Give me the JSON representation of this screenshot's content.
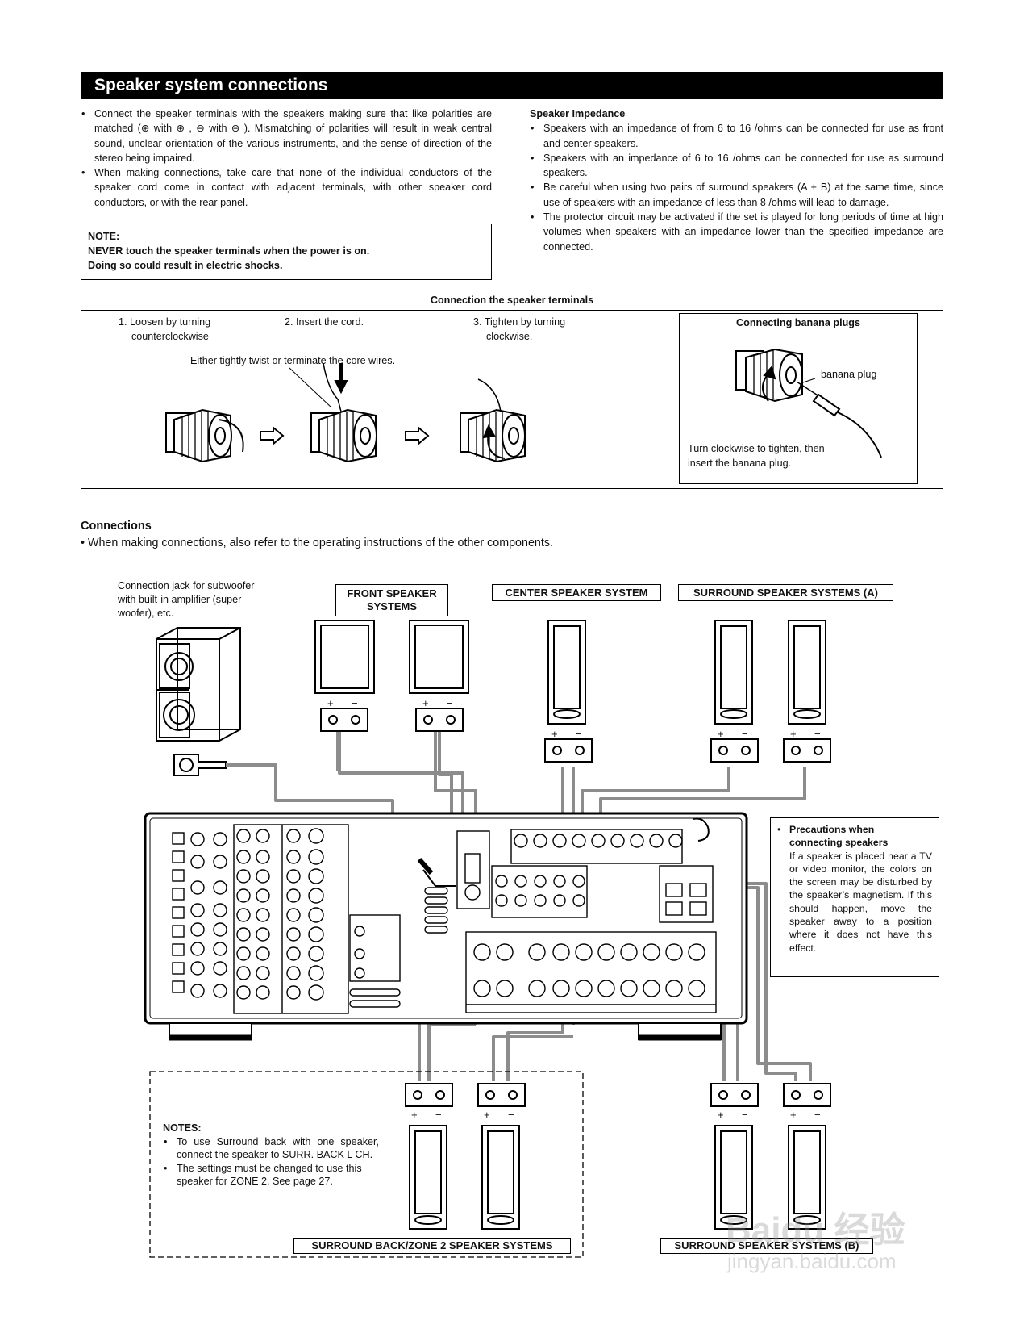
{
  "header": {
    "title": "Speaker system connections"
  },
  "intro": {
    "bullets": [
      "Connect the speaker terminals with the speakers making sure that like polarities are matched (⊕ with ⊕ , ⊖ with ⊖ ). Mismatching of polarities will result in weak central sound, unclear orientation of the various instruments, and the sense of direction of the stereo being impaired.",
      "When making connections, take care that none of the individual conductors of the speaker cord come in contact with adjacent  terminals, with other speaker cord conductors, or with the rear panel."
    ]
  },
  "note": {
    "title": "NOTE:",
    "line1": "NEVER touch the speaker terminals when the power is on.",
    "line2": "Doing so could result in electric shocks."
  },
  "impedance": {
    "title": "Speaker Impedance",
    "bullets": [
      "Speakers with an impedance of from 6 to 16    /ohms can be connected for use as front and center speakers.",
      "Speakers with an impedance of 6 to 16    /ohms can be connected for use as surround speakers.",
      "Be careful when using two pairs of surround speakers (A + B) at the same time, since use of speakers with an impedance of less than 8    /ohms will lead to damage.",
      "The protector circuit may be activated if the set is played for long periods of time at high volumes when speakers with an impedance lower than the specified impedance are connected."
    ]
  },
  "terminals": {
    "title": "Connection the speaker terminals",
    "step1a": "1. Loosen by turning",
    "step1b": "counterclockwise",
    "step2": "2. Insert the cord.",
    "step3a": "3. Tighten by turning",
    "step3b": "clockwise.",
    "twist_note": "Either tightly twist or terminate the core wires.",
    "banana_title": "Connecting banana plugs",
    "banana_label": "banana plug",
    "banana_note1": "Turn clockwise to tighten, then",
    "banana_note2": "insert the banana plug."
  },
  "connections": {
    "title": "Connections",
    "bullet": "When making connections, also refer to the operating instructions of the other components."
  },
  "diagram": {
    "sub_label1": "Connection jack for subwoofer",
    "sub_label2": "with  built-in  amplifier  (super",
    "sub_label3": "woofer), etc.",
    "front_label1": "FRONT SPEAKER",
    "front_label2": "SYSTEMS",
    "center_label": "CENTER SPEAKER SYSTEM",
    "surround_a_label": "SURROUND SPEAKER SYSTEMS (A)",
    "surround_b_label": "SURROUND SPEAKER SYSTEMS (B)",
    "back_label": "SURROUND BACK/ZONE 2 SPEAKER SYSTEMS",
    "plus": "+",
    "minus": "−",
    "precautions_title1": "Precautions when",
    "precautions_title2": "connecting speakers",
    "precautions_body": "If a speaker is placed near a TV or video monitor, the colors on the screen may be disturbed by the speaker’s magnetism. If this should happen, move the speaker away to a position where it does not have this effect.",
    "notes_title": "NOTES:",
    "notes": [
      "To use Surround back with one speaker, connect the speaker to SURR. BACK L CH.",
      "The settings must be changed to use this speaker for ZONE 2. See page 27."
    ]
  },
  "watermark": {
    "brand": "Baidu 经验",
    "url": "jingyan.baidu.com"
  }
}
